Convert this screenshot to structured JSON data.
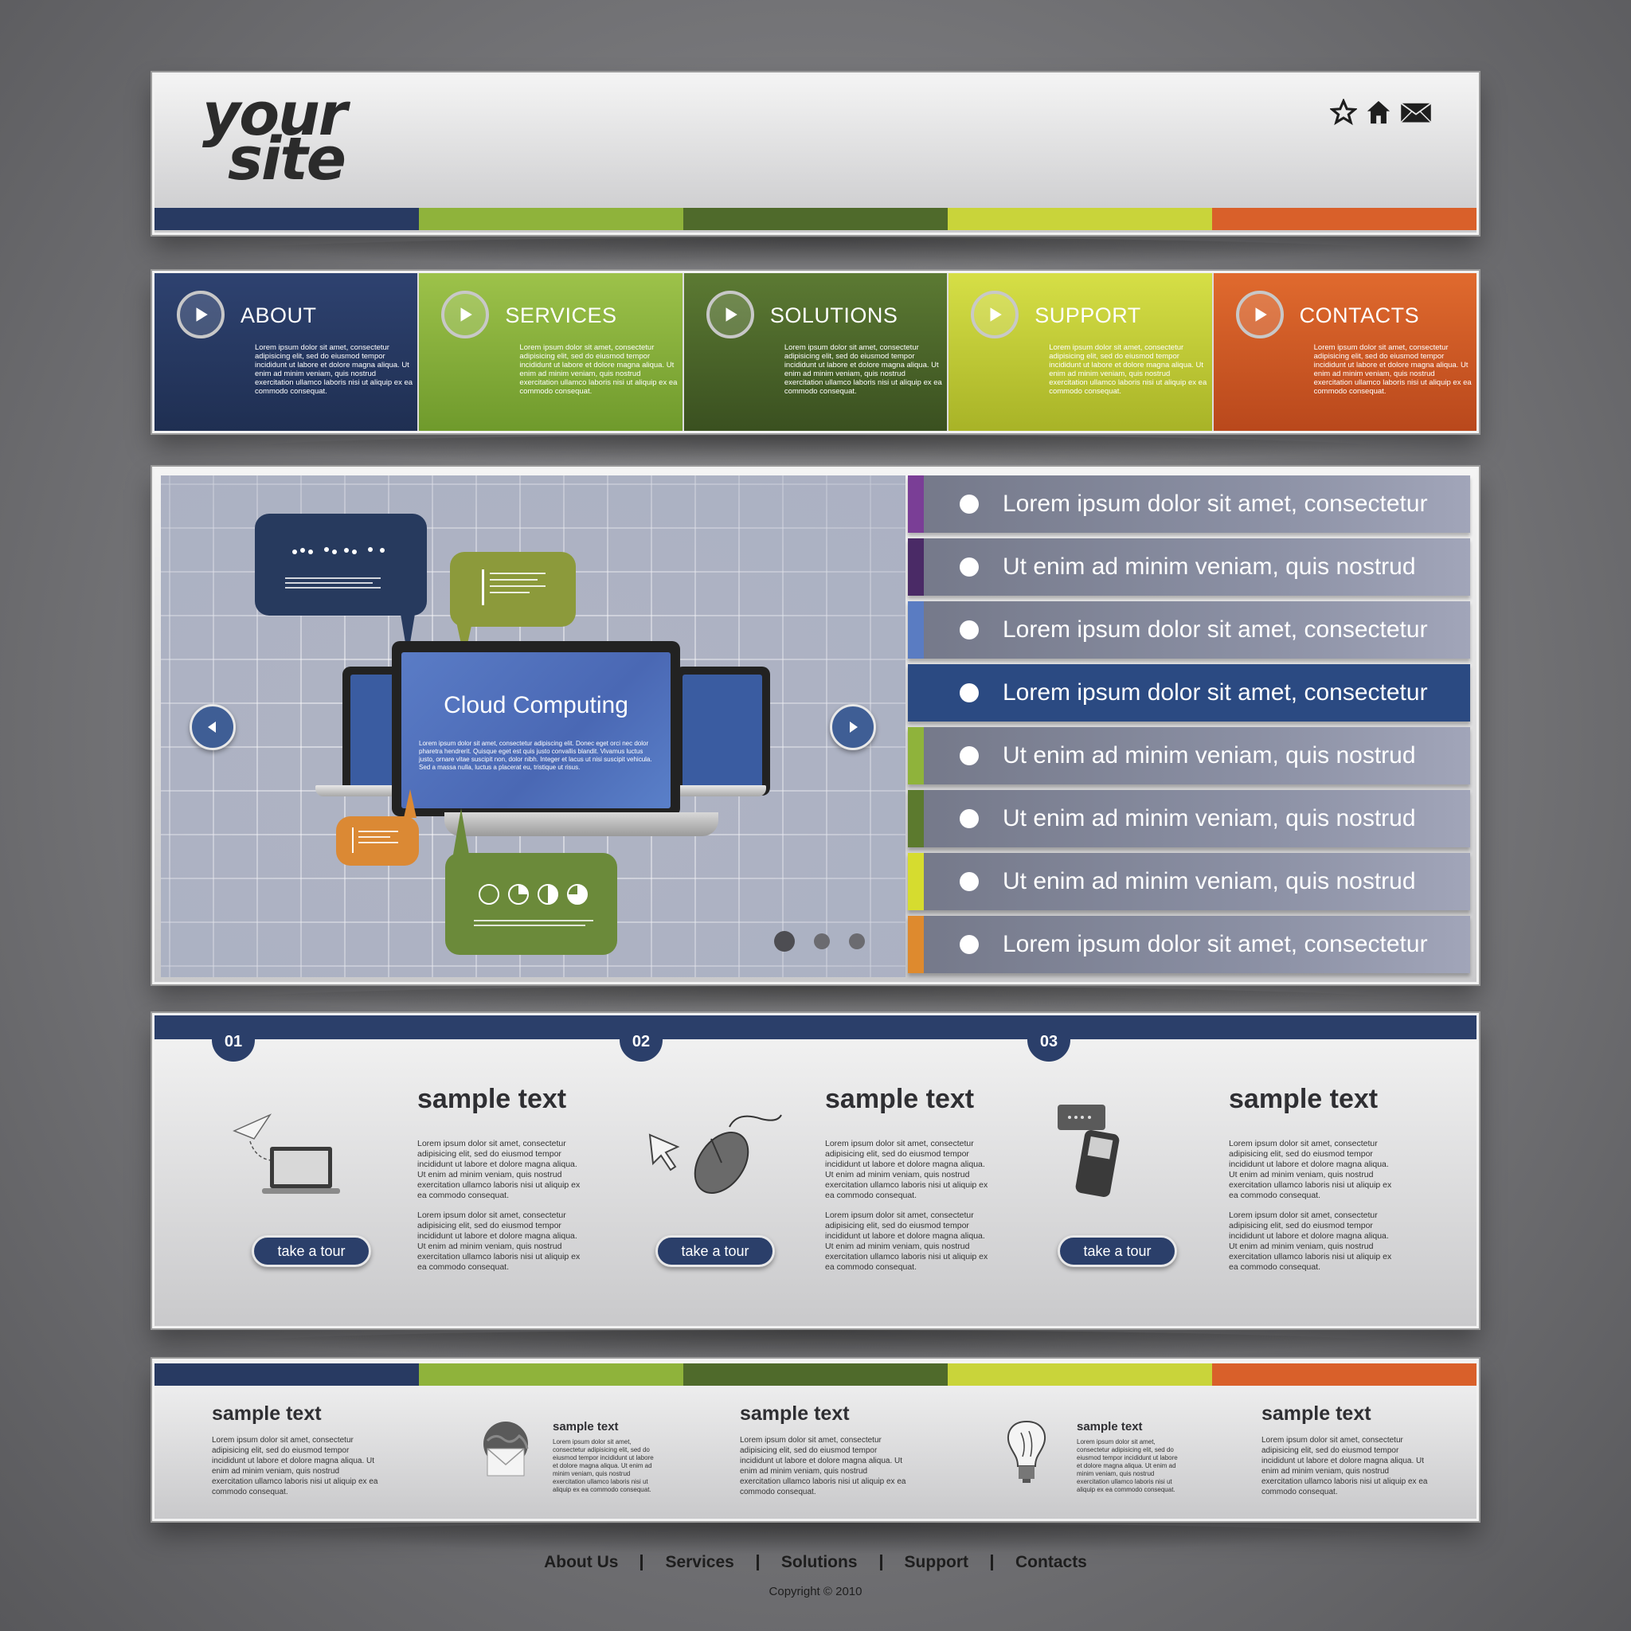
{
  "logo": {
    "line1": "your",
    "line2": "site"
  },
  "header_icons": [
    "star-icon",
    "home-icon",
    "mail-icon"
  ],
  "colors": {
    "navy": "#283a62",
    "green": "#8fb33b",
    "dark_green": "#4f6a2b",
    "lime": "#c9d43a",
    "orange": "#d9602a"
  },
  "nav": {
    "items": [
      {
        "label": "ABOUT",
        "desc": "Lorem ipsum dolor sit amet, consectetur adipisicing elit, sed do eiusmod tempor incididunt ut labore et dolore magna aliqua. Ut enim ad minim veniam, quis nostrud exercitation ullamco laboris nisi ut aliquip ex ea commodo consequat."
      },
      {
        "label": "SERVICES",
        "desc": "Lorem ipsum dolor sit amet, consectetur adipisicing elit, sed do eiusmod tempor incididunt ut labore et dolore magna aliqua. Ut enim ad minim veniam, quis nostrud exercitation ullamco laboris nisi ut aliquip ex ea commodo consequat."
      },
      {
        "label": "SOLUTIONS",
        "desc": "Lorem ipsum dolor sit amet, consectetur adipisicing elit, sed do eiusmod tempor incididunt ut labore et dolore magna aliqua. Ut enim ad minim veniam, quis nostrud exercitation ullamco laboris nisi ut aliquip ex ea commodo consequat."
      },
      {
        "label": "SUPPORT",
        "desc": "Lorem ipsum dolor sit amet, consectetur adipisicing elit, sed do eiusmod tempor incididunt ut labore et dolore magna aliqua. Ut enim ad minim veniam, quis nostrud exercitation ullamco laboris nisi ut aliquip ex ea commodo consequat."
      },
      {
        "label": "CONTACTS",
        "desc": "Lorem ipsum dolor sit amet, consectetur adipisicing elit, sed do eiusmod tempor incididunt ut labore et dolore magna aliqua. Ut enim ad minim veniam, quis nostrud exercitation ullamco laboris nisi ut aliquip ex ea commodo consequat."
      }
    ]
  },
  "slider": {
    "screen_title": "Cloud Computing",
    "screen_text": "Lorem ipsum dolor sit amet, consectetur adipiscing elit. Donec eget orci nec dolor pharetra hendrerit. Quisque eget est quis justo convallis blandit. Vivamus luctus justo, ornare vitae suscipit non, dolor nibh. Integer et lacus ut nisi suscipit vehicula. Sed a massa nulla, luctus a placerat eu, tristique ut risus.",
    "active_dot": 1,
    "dot_count": 3
  },
  "list": {
    "items": [
      {
        "text": "Lorem ipsum dolor sit amet, consectetur",
        "accent": "#7a3e96"
      },
      {
        "text": "Ut enim ad minim veniam, quis nostrud",
        "accent": "#4a2a66"
      },
      {
        "text": "Lorem ipsum dolor sit amet, consectetur",
        "accent": "#5a7cc2"
      },
      {
        "text": "Lorem ipsum dolor sit amet, consectetur",
        "accent": "#2b4a82",
        "active": true
      },
      {
        "text": "Ut enim ad minim veniam, quis nostrud",
        "accent": "#8fb33b"
      },
      {
        "text": "Ut enim ad minim veniam, quis nostrud",
        "accent": "#5c7a2e"
      },
      {
        "text": "Ut enim ad minim veniam, quis nostrud",
        "accent": "#d6dc2f"
      },
      {
        "text": "Lorem ipsum dolor sit amet, consectetur",
        "accent": "#de8a2e"
      }
    ]
  },
  "features": [
    {
      "num": "01",
      "title": "sample text",
      "icon": "laptop-paper-plane-icon",
      "p1": "Lorem ipsum dolor sit amet, consectetur adipisicing elit, sed do eiusmod tempor incididunt ut labore et dolore magna aliqua. Ut enim ad minim veniam, quis nostrud exercitation ullamco laboris nisi ut aliquip ex ea commodo consequat.",
      "p2": "Lorem ipsum dolor sit amet, consectetur adipisicing elit, sed do eiusmod tempor incididunt ut labore et dolore magna aliqua. Ut enim ad minim veniam, quis nostrud exercitation ullamco laboris nisi ut aliquip ex ea commodo consequat.",
      "button": "take a tour"
    },
    {
      "num": "02",
      "title": "sample text",
      "icon": "mouse-cursor-icon",
      "p1": "Lorem ipsum dolor sit amet, consectetur adipisicing elit, sed do eiusmod tempor incididunt ut labore et dolore magna aliqua. Ut enim ad minim veniam, quis nostrud exercitation ullamco laboris nisi ut aliquip ex ea commodo consequat.",
      "p2": "Lorem ipsum dolor sit amet, consectetur adipisicing elit, sed do eiusmod tempor incididunt ut labore et dolore magna aliqua. Ut enim ad minim veniam, quis nostrud exercitation ullamco laboris nisi ut aliquip ex ea commodo consequat.",
      "button": "take a tour"
    },
    {
      "num": "03",
      "title": "sample text",
      "icon": "mobile-phone-icon",
      "p1": "Lorem ipsum dolor sit amet, consectetur adipisicing elit, sed do eiusmod tempor incididunt ut labore et dolore magna aliqua. Ut enim ad minim veniam, quis nostrud exercitation ullamco laboris nisi ut aliquip ex ea commodo consequat.",
      "p2": "Lorem ipsum dolor sit amet, consectetur adipisicing elit, sed do eiusmod tempor incididunt ut labore et dolore magna aliqua. Ut enim ad minim veniam, quis nostrud exercitation ullamco laboris nisi ut aliquip ex ea commodo consequat.",
      "button": "take a tour"
    }
  ],
  "footer_panel": {
    "col1": {
      "title": "sample text",
      "desc": "Lorem ipsum dolor sit amet, consectetur adipisicing elit, sed do eiusmod tempor incididunt ut labore et dolore magna aliqua. Ut enim ad minim veniam, quis nostrud exercitation ullamco laboris nisi ut aliquip ex ea commodo consequat."
    },
    "col2": {
      "title": "sample text",
      "desc": "Lorem ipsum dolor sit amet, consectetur adipisicing elit, sed do eiusmod tempor incididunt ut labore et dolore magna aliqua. Ut enim ad minim veniam, quis nostrud exercitation ullamco laboris nisi ut aliquip ex ea commodo consequat.",
      "icon": "globe-mail-icon"
    },
    "col3": {
      "title": "sample text",
      "desc": "Lorem ipsum dolor sit amet, consectetur adipisicing elit, sed do eiusmod tempor incididunt ut labore et dolore magna aliqua. Ut enim ad minim veniam, quis nostrud exercitation ullamco laboris nisi ut aliquip ex ea commodo consequat."
    },
    "col4": {
      "title": "sample text",
      "desc": "Lorem ipsum dolor sit amet, consectetur adipisicing elit, sed do eiusmod tempor incididunt ut labore et dolore magna aliqua. Ut enim ad minim veniam, quis nostrud exercitation ullamco laboris nisi ut aliquip ex ea commodo consequat.",
      "icon": "light-bulb-icon"
    },
    "col5": {
      "title": "sample text",
      "desc": "Lorem ipsum dolor sit amet, consectetur adipisicing elit, sed do eiusmod tempor incididunt ut labore et dolore magna aliqua. Ut enim ad minim veniam, quis nostrud exercitation ullamco laboris nisi ut aliquip ex ea commodo consequat."
    }
  },
  "bottom_nav": [
    "About Us",
    "Services",
    "Solutions",
    "Support",
    "Contacts"
  ],
  "copyright": "Copyright © 2010"
}
